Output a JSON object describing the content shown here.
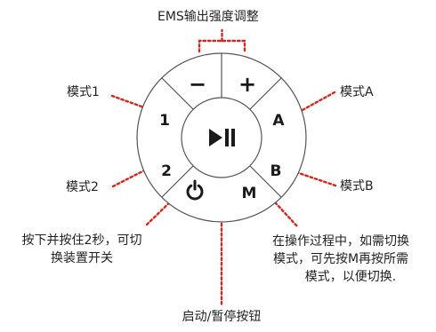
{
  "labels": {
    "ems_intensity": "EMS输出强度调整",
    "mode1": "模式1",
    "mode2": "模式2",
    "modeA": "模式A",
    "modeB": "模式B",
    "power_note_line1": "按下并按住2秒，可切",
    "power_note_line2": "换装置开关",
    "switch_note_line1": "在操作过程中，如需切换",
    "switch_note_line2": "模式，可先按M再按所需",
    "switch_note_line3": "模式，以便切换.",
    "play_pause": "启动/暂停按钮"
  },
  "buttons": {
    "minus": "−",
    "plus": "+",
    "one": "1",
    "two": "2",
    "a": "A",
    "b": "B",
    "m": "M"
  },
  "colors": {
    "accent_dotted": "#d9261c",
    "outline": "#555555",
    "symbol": "#1a1a1a"
  }
}
